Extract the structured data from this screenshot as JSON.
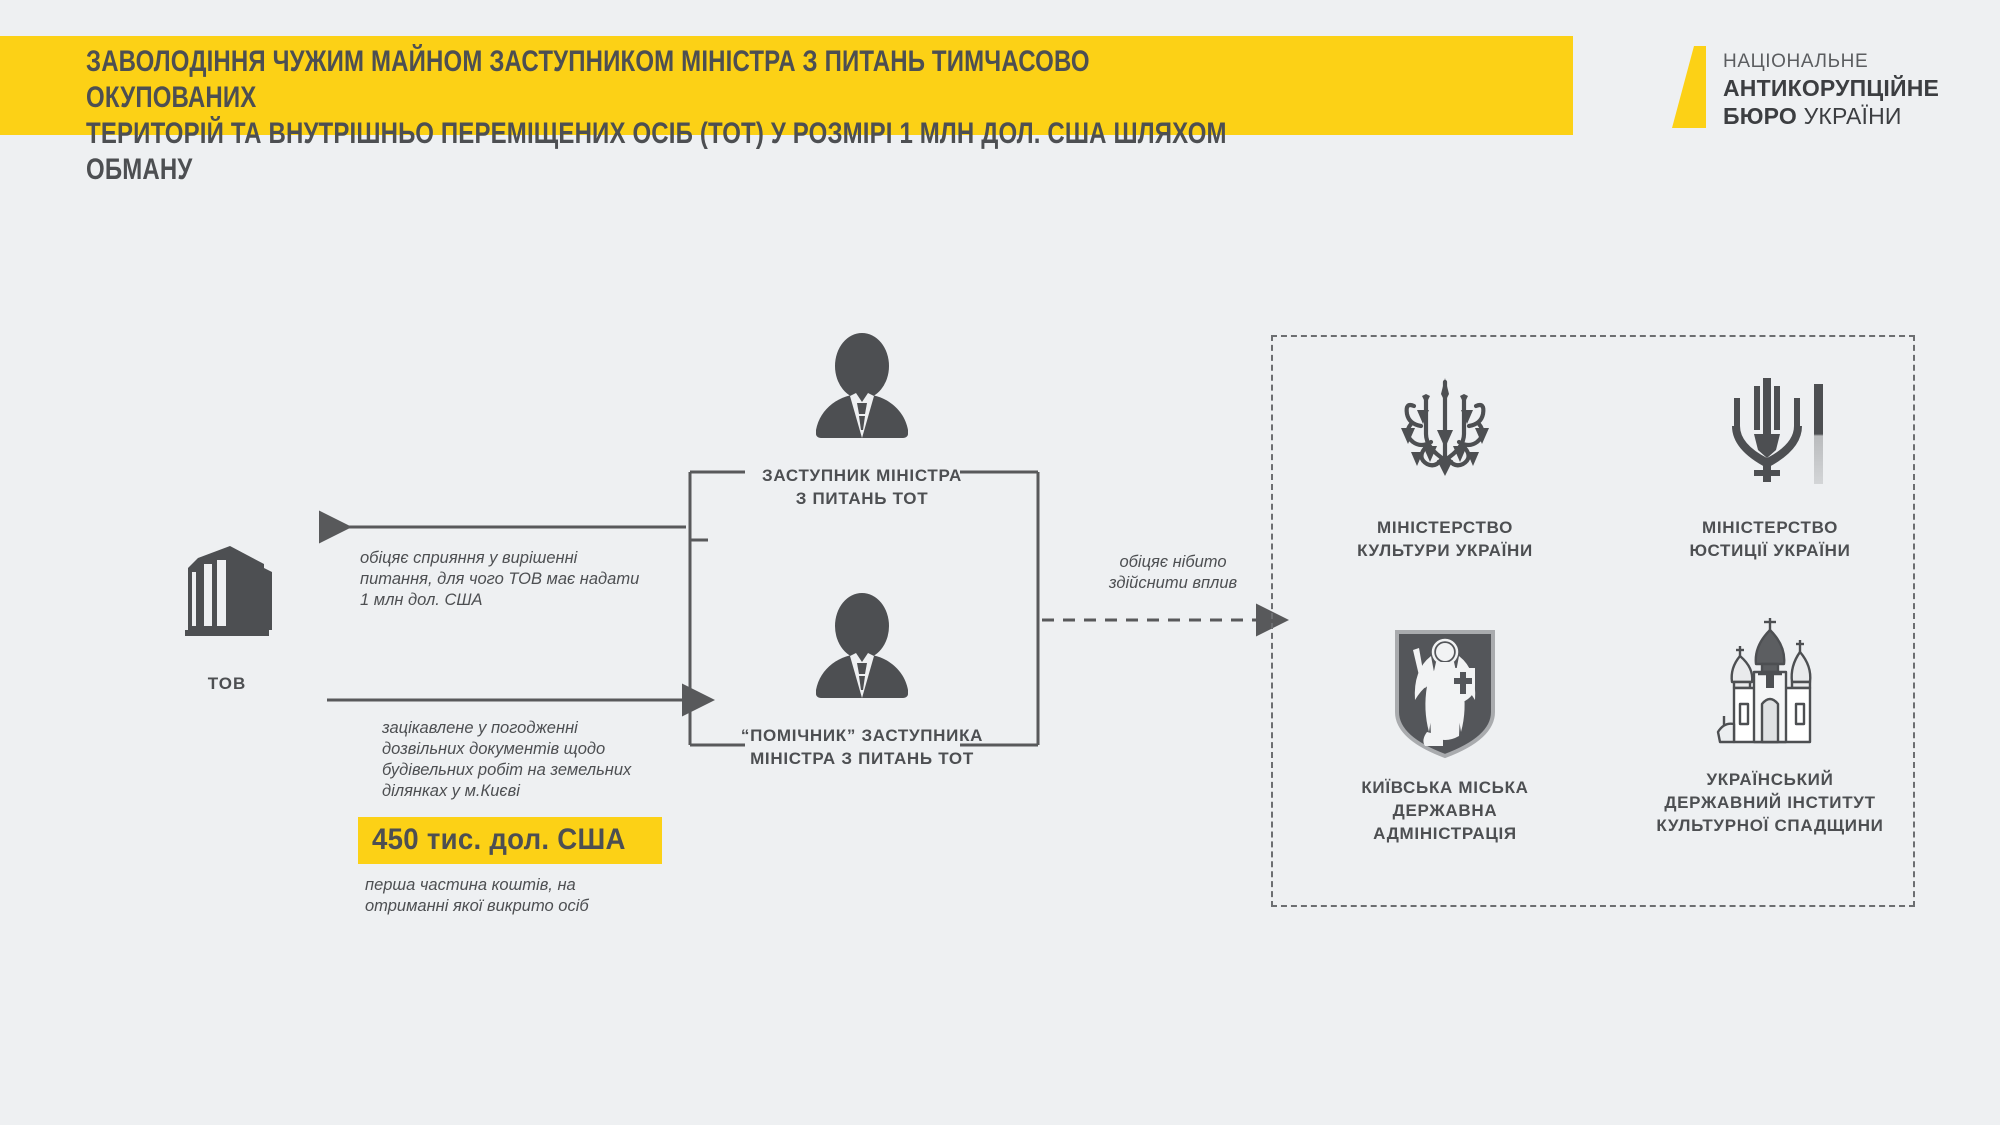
{
  "header": {
    "title": "ЗАВОЛОДІННЯ ЧУЖИМ МАЙНОМ ЗАСТУПНИКОМ МІНІСТРА З ПИТАНЬ ТИМЧАСОВО ОКУПОВАНИХ\nТЕРИТОРІЙ ТА ВНУТРІШНЬО ПЕРЕМІЩЕНИХ ОСІБ (ТОТ) У РОЗМІРІ 1 МЛН ДОЛ. США ШЛЯХОМ ОБМАНУ",
    "band_color": "#fcd116",
    "text_color": "#4d4f52"
  },
  "logo": {
    "line1": "НАЦІОНАЛЬНЕ",
    "line2": "АНТИКОРУПЦІЙНЕ",
    "line3_bold": "БЮРО",
    "line3_rest": " УКРАЇНИ",
    "mark_color": "#fcd116"
  },
  "company": {
    "icon": "office-building-icon",
    "label": "ТОВ"
  },
  "persons": [
    {
      "icon": "person-silhouette-icon",
      "label": "ЗАСТУПНИК МІНІСТРА\nЗ ПИТАНЬ ТОТ"
    },
    {
      "icon": "person-silhouette-icon",
      "label": "“ПОМІЧНИК” ЗАСТУПНИКА\nМІНІСТРА З ПИТАНЬ ТОТ"
    }
  ],
  "flows": {
    "promise_to_company": "обіцяє сприяння у вирішенні\nпитання, для чого ТОВ має надати\n1 млн дол. США",
    "company_interest": "зацікавлене у погодженні\nдозвільних документів щодо\nбудівельних робіт на земельних\nділянках у м.Києві",
    "promise_influence": "обіцяє нібито\nздійснити  вплив"
  },
  "money": {
    "amount": "450 тис. дол. США",
    "note": "перша частина коштів, на\nотриманні якої викрито осіб",
    "highlight_color": "#fcd116"
  },
  "institutions": [
    {
      "emblem": "ukraine-ornate-trident-emblem-icon",
      "label": "МІНІСТЕРСТВО\nКУЛЬТУРИ УКРАЇНИ"
    },
    {
      "emblem": "ukraine-trident-with-bar-icon",
      "label": "МІНІСТЕРСТВО\nЮСТИЦІЇ УКРАЇНИ"
    },
    {
      "emblem": "kyiv-archangel-shield-icon",
      "label": "КИЇВСЬКА МІСЬКА\nДЕРЖАВНА\nАДМІНІСТРАЦІЯ"
    },
    {
      "emblem": "orthodox-church-icon",
      "label": "УКРАЇНСЬКИЙ\nДЕРЖАВНИЙ ІНСТИТУТ\nКУЛЬТУРНОЇ СПАДЩИНИ"
    }
  ],
  "palette": {
    "background": "#eef0f2",
    "accent": "#fcd116",
    "ink": "#4d4f52",
    "line": "#58595b"
  }
}
